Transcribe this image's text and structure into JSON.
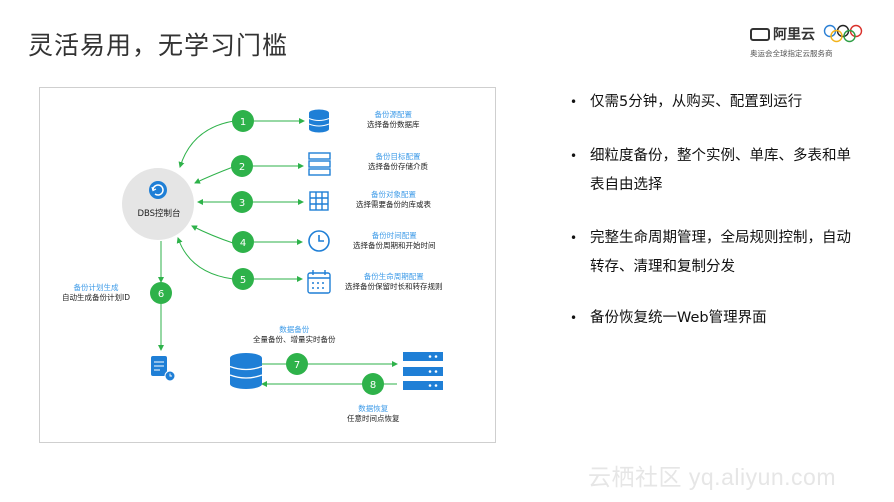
{
  "slide": {
    "title": "灵活易用，无学习门槛"
  },
  "logo": {
    "brand": "阿里云",
    "tagline": "奥运会全球指定云服务商"
  },
  "diagram": {
    "center_label": "DBS控制台",
    "steps": [
      {
        "num": "1",
        "title": "备份源配置",
        "sub": "选择备份数据库"
      },
      {
        "num": "2",
        "title": "备份目标配置",
        "sub": "选择备份存储介质"
      },
      {
        "num": "3",
        "title": "备份对象配置",
        "sub": "选择需要备份的库或表"
      },
      {
        "num": "4",
        "title": "备份时间配置",
        "sub": "选择备份周期和开始时间"
      },
      {
        "num": "5",
        "title": "备份生命周期配置",
        "sub": "选择备份保留时长和转存规则"
      },
      {
        "num": "6",
        "title": "备份计划生成",
        "sub": "自动生成备份计划ID"
      },
      {
        "num": "7",
        "title": "数据备份",
        "sub": "全量备份、增量实时备份"
      },
      {
        "num": "8",
        "title": "数据恢复",
        "sub": "任意时间点恢复"
      }
    ],
    "colors": {
      "green": "#2eb24a",
      "blue": "#1f7fd6",
      "label_blue": "#3e9be8"
    }
  },
  "bullets": [
    "仅需5分钟，从购买、配置到运行",
    "细粒度备份，整个实例、单库、多表和单表自由选择",
    "完整生命周期管理，全局规则控制，自动转存、清理和复制分发",
    "备份恢复统一Web管理界面"
  ],
  "watermark": "云栖社区 yq.aliyun.com"
}
